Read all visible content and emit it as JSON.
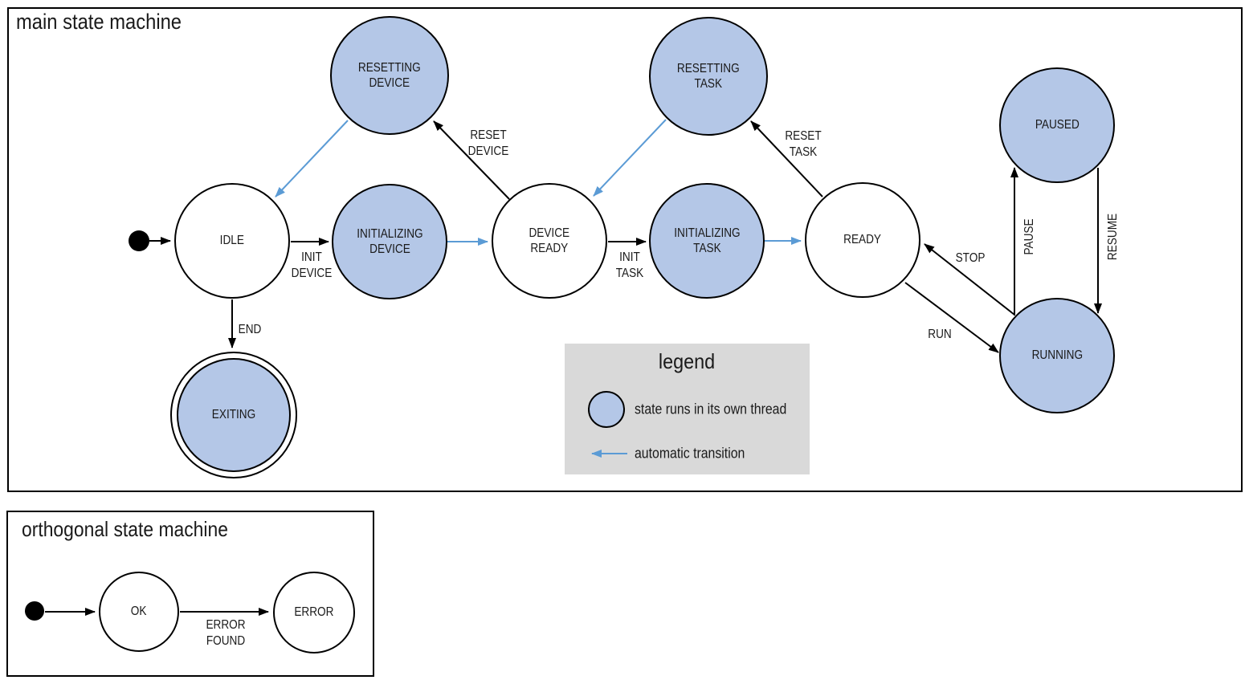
{
  "colors": {
    "threaded_state_fill": "#b4c7e7",
    "auto_transition_blue": "#5b9bd5",
    "outline": "#000000",
    "legend_background": "#d9d9d9"
  },
  "main_machine": {
    "title": "main state machine",
    "states": {
      "idle": {
        "label": "IDLE",
        "threaded": false
      },
      "resetting_device": {
        "label": "RESETTING\nDEVICE",
        "threaded": true
      },
      "initializing_device": {
        "label": "INITIALIZING\nDEVICE",
        "threaded": true
      },
      "device_ready": {
        "label": "DEVICE\nREADY",
        "threaded": false
      },
      "resetting_task": {
        "label": "RESETTING\nTASK",
        "threaded": true
      },
      "initializing_task": {
        "label": "INITIALIZING\nTASK",
        "threaded": true
      },
      "ready": {
        "label": "READY",
        "threaded": false
      },
      "paused": {
        "label": "PAUSED",
        "threaded": true
      },
      "running": {
        "label": "RUNNING",
        "threaded": true
      },
      "exiting": {
        "label": "EXITING",
        "threaded": true,
        "final": true
      }
    },
    "edge_labels": {
      "init_device": "INIT\nDEVICE",
      "reset_device": "RESET\nDEVICE",
      "init_task": "INIT\nTASK",
      "reset_task": "RESET\nTASK",
      "end": "END",
      "stop": "STOP",
      "run": "RUN",
      "pause": "PAUSE",
      "resume": "RESUME"
    }
  },
  "legend": {
    "title": "legend",
    "items": [
      {
        "symbol": "threaded-state-circle",
        "label": "state runs in its own thread"
      },
      {
        "symbol": "auto-transition-arrow",
        "label": "automatic transition"
      }
    ]
  },
  "orthogonal_machine": {
    "title": "orthogonal state machine",
    "states": {
      "ok": {
        "label": "OK"
      },
      "error": {
        "label": "ERROR"
      }
    },
    "edge_labels": {
      "error_found": "ERROR\nFOUND"
    }
  }
}
